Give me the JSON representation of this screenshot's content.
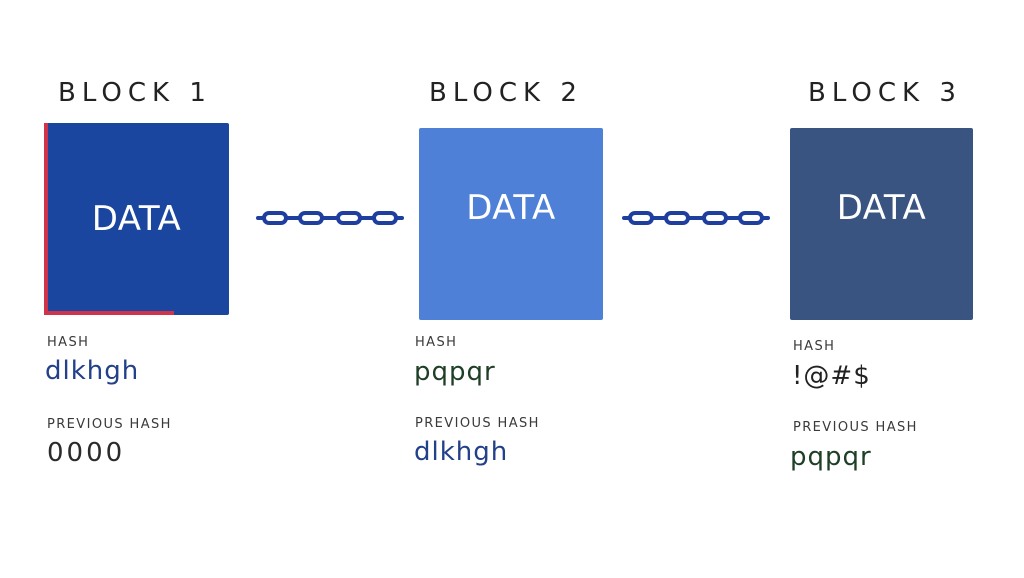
{
  "colors": {
    "block1": "#1a46a0",
    "block2": "#4f80d8",
    "block3": "#3a5482",
    "block1_accent": "#d0344a",
    "chain": "#1e3f9e",
    "hash_blue": "#23418a",
    "hash_green": "#1f3f26",
    "text_dark": "#222222"
  },
  "blocks": [
    {
      "title": "BLOCK 1",
      "data_label": "DATA",
      "hash_label": "HASH",
      "hash_value": "dlkhgh",
      "prev_label": "PREVIOUS HASH",
      "prev_value": "0000"
    },
    {
      "title": "BLOCK 2",
      "data_label": "DATA",
      "hash_label": "HASH",
      "hash_value": "pqpqr",
      "prev_label": "PREVIOUS HASH",
      "prev_value": "dlkhgh"
    },
    {
      "title": "BLOCK 3",
      "data_label": "DATA",
      "hash_label": "HASH",
      "hash_value": "!@#$",
      "prev_label": "PREVIOUS HASH",
      "prev_value": "pqpqr"
    }
  ],
  "icons": {
    "link": "chain-link-icon"
  }
}
